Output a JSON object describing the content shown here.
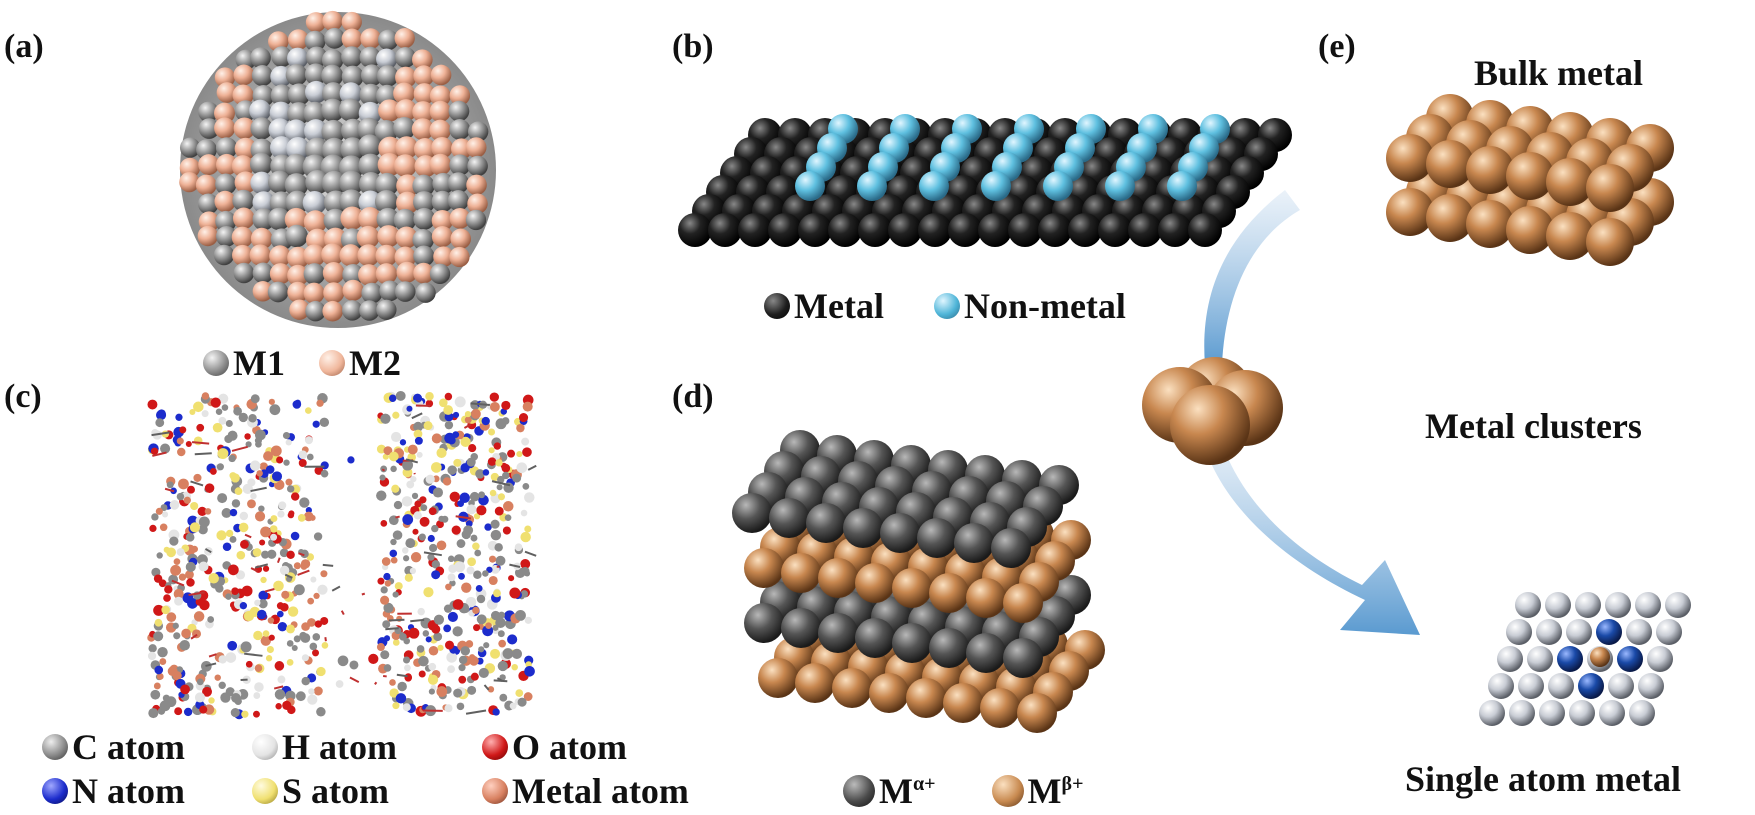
{
  "panels": {
    "a": {
      "label": "(a)",
      "legend": [
        {
          "text": "M1",
          "color": "#8e8e8e"
        },
        {
          "text": "M2",
          "color": "#f0b79c"
        }
      ]
    },
    "b": {
      "label": "(b)",
      "legend": [
        {
          "text": "Metal",
          "color": "#1e1e1e"
        },
        {
          "text": "Non-metal",
          "color": "#4fb5d8"
        }
      ]
    },
    "c": {
      "label": "(c)",
      "legend": [
        {
          "text": "C atom",
          "color": "#8a8a8a"
        },
        {
          "text": "H atom",
          "color": "#e4e4e4"
        },
        {
          "text": "O atom",
          "color": "#d01818"
        },
        {
          "text": "N atom",
          "color": "#1c2ccc"
        },
        {
          "text": "S atom",
          "color": "#f0e070"
        },
        {
          "text": "Metal atom",
          "color": "#d88060"
        }
      ]
    },
    "d": {
      "label": "(d)",
      "legend": [
        {
          "base": "M",
          "sup": "α+",
          "color": "#4a4a4a"
        },
        {
          "base": "M",
          "sup": "β+",
          "color": "#c88a50"
        }
      ]
    },
    "e": {
      "label": "(e)",
      "titles": {
        "bulk": "Bulk metal",
        "clusters": "Metal clusters",
        "single": "Single atom metal"
      }
    }
  },
  "colors": {
    "copper": "#c8874f",
    "gray_metal": "#555555",
    "black_metal": "#1f1f1f",
    "cyan": "#5fc0e0",
    "peach": "#f0b79c",
    "silver": "#9a9a9a",
    "arrow": "#6ea8d6",
    "blue_atom": "#1a4aa8"
  }
}
